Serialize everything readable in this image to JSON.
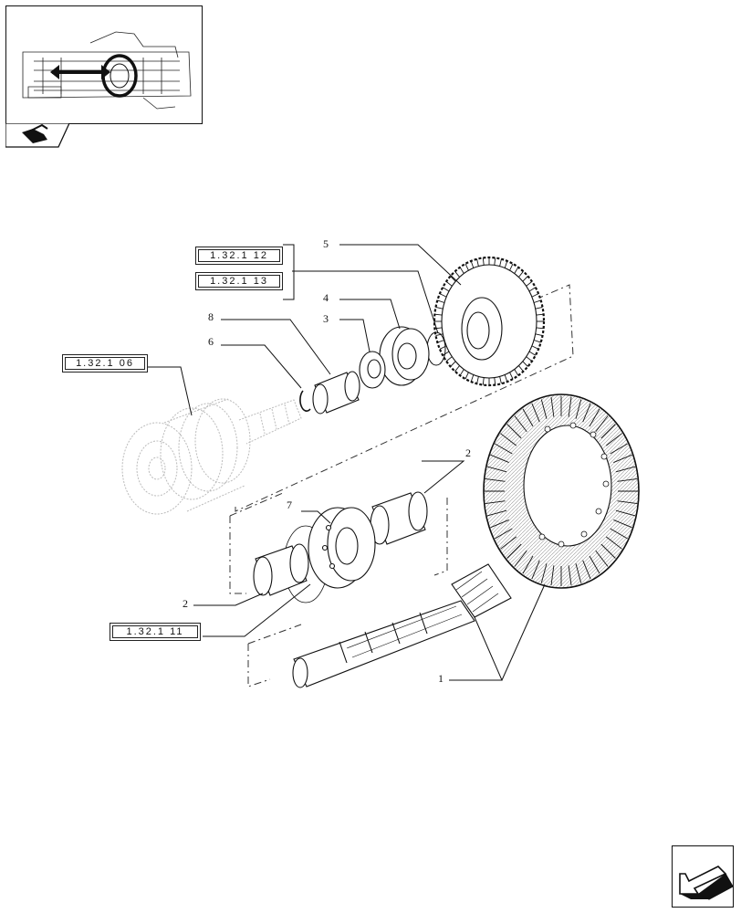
{
  "diagram": {
    "kind": "exploded parts drawing",
    "parts": [
      {
        "number": "1",
        "label": "1"
      },
      {
        "number": "2",
        "label": "2"
      },
      {
        "number": "3",
        "label": "3"
      },
      {
        "number": "4",
        "label": "4"
      },
      {
        "number": "5",
        "label": "5"
      },
      {
        "number": "6",
        "label": "6"
      },
      {
        "number": "7",
        "label": "7"
      },
      {
        "number": "8",
        "label": "8"
      }
    ],
    "references": {
      "r1": "1.32.1 12",
      "r2": "1.32.1 13",
      "r3": "1.32.1 06",
      "r4": "1.32.1 11"
    }
  },
  "thumbnail": {
    "icon": "transmission-overview-icon"
  },
  "tab": {
    "icon": "tractor-icon"
  },
  "nav": {
    "icon": "next-page-arrow-icon"
  }
}
